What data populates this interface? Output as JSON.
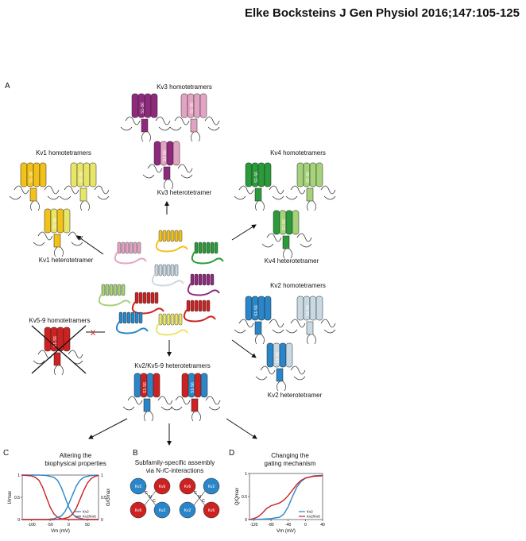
{
  "header": {
    "citation": "Elke Bocksteins J Gen Physiol 2016;147:105-125"
  },
  "colors": {
    "kv1": "#f2c21a",
    "kv1_light": "#e8e66a",
    "kv2": "#2a86c8",
    "kv2_light": "#c9d9e4",
    "kv3": "#8e2a7c",
    "kv3_light": "#e3a4c4",
    "kv4": "#2a9a3a",
    "kv4_light": "#a6d27a",
    "kv5_9": "#cc2222",
    "trace_kv2": "#2a86c8",
    "trace_kv2kv6": "#cc2222"
  },
  "panels": {
    "A": {
      "letter": "A",
      "kv3_homo": "Kv3 homotetramers",
      "kv3_hetero": "Kv3 heterotetramer",
      "kv1_homo": "Kv1 homotetramers",
      "kv1_hetero": "Kv1 heterotetramer",
      "kv4_homo": "Kv4 homotetramers",
      "kv4_hetero": "Kv4 heterotetramer",
      "kv2_homo": "Kv2 homotetramers",
      "kv2_hetero": "Kv2 heterotetramer",
      "kv59_homo": "Kv5-9 homotetramers",
      "kv2kv59_hetero": "Kv2/Kv5-9 heterotetramers",
      "channel_label": "S1-S6",
      "blocked_mark": "x"
    },
    "C": {
      "letter": "C",
      "title_line1": "Altering the",
      "title_line2": "biophysical properties",
      "ylabel_left": "I/Imax",
      "ylabel_right": "G/Gmax",
      "xlabel": "Vm (mV)",
      "legend": [
        "Kv2",
        "Kv2/Kv6"
      ]
    },
    "B": {
      "letter": "B",
      "title_line1": "Subfamily-specific assembly",
      "title_line2": "via N-/C-interactions",
      "subunit_labels": [
        "Kv2",
        "Kv6",
        "N",
        "C"
      ]
    },
    "D": {
      "letter": "D",
      "title_line1": "Changing the",
      "title_line2": "gating mechanism",
      "ylabel": "Q/Qmax",
      "xlabel": "Vm (mV)",
      "legend": [
        "Kv2",
        "Kv2/Kv6"
      ]
    }
  },
  "chart_data": [
    {
      "type": "line",
      "title": "Altering the biophysical properties",
      "xlabel": "Vm (mV)",
      "ylabel": "I/Imax",
      "ylabel_right": "G/Gmax",
      "xlim": [
        -125,
        80
      ],
      "ylim": [
        0,
        1
      ],
      "xticks": [
        -100,
        -50,
        0,
        50
      ],
      "yticks": [
        0,
        0.5,
        1
      ],
      "legend_position": "bottom-right",
      "series": [
        {
          "name": "Kv2",
          "kind": "inactivation",
          "x": [
            -125,
            -100,
            -80,
            -60,
            -40,
            -30,
            -20,
            -10,
            0,
            10,
            20,
            40,
            80
          ],
          "values": [
            1.0,
            1.0,
            1.0,
            0.99,
            0.95,
            0.88,
            0.72,
            0.5,
            0.28,
            0.13,
            0.05,
            0.01,
            0.0
          ]
        },
        {
          "name": "Kv2/Kv6",
          "kind": "inactivation",
          "x": [
            -125,
            -100,
            -90,
            -80,
            -70,
            -60,
            -50,
            -40,
            -30,
            -20,
            0,
            40,
            80
          ],
          "values": [
            1.0,
            0.98,
            0.95,
            0.88,
            0.72,
            0.5,
            0.28,
            0.13,
            0.05,
            0.02,
            0.0,
            0.0,
            0.0
          ]
        },
        {
          "name": "Kv2",
          "kind": "activation",
          "x": [
            -125,
            -60,
            -40,
            -20,
            -10,
            0,
            10,
            20,
            30,
            40,
            60,
            80
          ],
          "values": [
            0.0,
            0.0,
            0.02,
            0.08,
            0.18,
            0.35,
            0.55,
            0.75,
            0.88,
            0.95,
            0.99,
            1.0
          ]
        },
        {
          "name": "Kv2/Kv6",
          "kind": "activation",
          "x": [
            -125,
            -40,
            -20,
            0,
            10,
            20,
            30,
            40,
            50,
            60,
            70,
            80
          ],
          "values": [
            0.0,
            0.0,
            0.01,
            0.05,
            0.12,
            0.25,
            0.45,
            0.65,
            0.82,
            0.92,
            0.97,
            0.99
          ]
        }
      ]
    },
    {
      "type": "line",
      "title": "Changing the gating mechanism",
      "xlabel": "Vm (mV)",
      "ylabel": "Q/Qmax",
      "xlim": [
        -130,
        40
      ],
      "ylim": [
        0,
        1
      ],
      "xticks": [
        -120,
        -80,
        -40,
        0,
        40
      ],
      "yticks": [
        0,
        0.5,
        1.0
      ],
      "legend_position": "bottom-right",
      "series": [
        {
          "name": "Kv2",
          "x": [
            -130,
            -100,
            -80,
            -60,
            -50,
            -40,
            -30,
            -20,
            -10,
            0,
            20,
            40
          ],
          "values": [
            0.0,
            0.01,
            0.02,
            0.05,
            0.12,
            0.28,
            0.5,
            0.7,
            0.83,
            0.9,
            0.95,
            0.96
          ]
        },
        {
          "name": "Kv2/Kv6",
          "x": [
            -130,
            -120,
            -110,
            -100,
            -90,
            -80,
            -70,
            -60,
            -50,
            -40,
            -30,
            -20,
            -10,
            0,
            20,
            40
          ],
          "values": [
            0.0,
            0.02,
            0.06,
            0.14,
            0.24,
            0.3,
            0.33,
            0.36,
            0.42,
            0.52,
            0.64,
            0.76,
            0.85,
            0.9,
            0.94,
            0.95
          ]
        }
      ]
    }
  ]
}
